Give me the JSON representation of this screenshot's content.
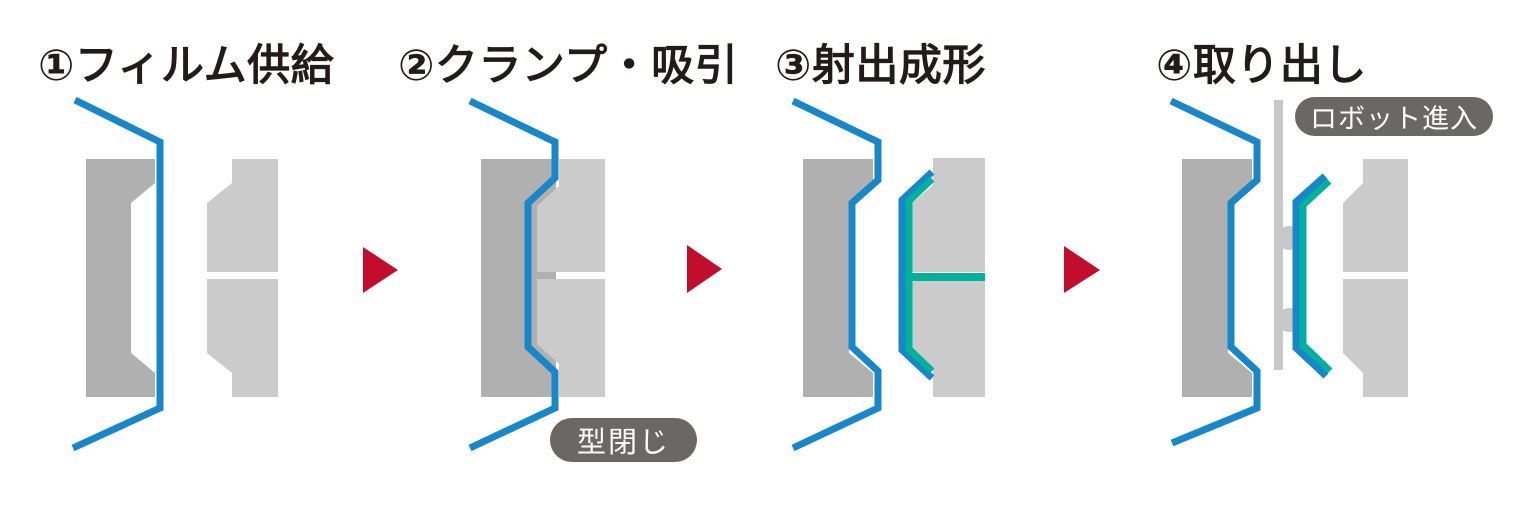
{
  "steps": [
    {
      "title": "①フィルム供給"
    },
    {
      "title": "②クランプ・吸引",
      "badge": "型閉じ"
    },
    {
      "title": "③射出成形"
    },
    {
      "title": "④取り出し",
      "badge": "ロボット進入"
    }
  ],
  "icons": {
    "step_arrow": "triangle-right",
    "suction_cups": "two-circles"
  },
  "colors": {
    "background": "#ffffff",
    "text_black": "#221b17",
    "film_blue": "#1787c9",
    "resin_green": "#00b19e",
    "mold_dark": "#b0b0b0",
    "mold_light": "#cbcbcb",
    "robot_gray": "#c8c8c8",
    "arrow_red": "#c20e2c",
    "badge_gray": "#6a6765"
  }
}
